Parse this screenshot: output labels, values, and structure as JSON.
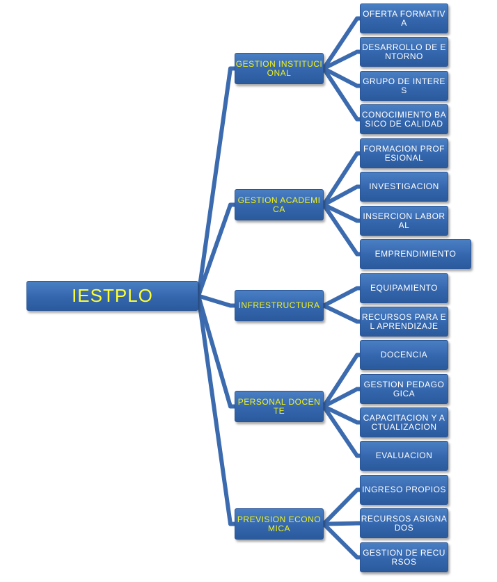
{
  "diagram": {
    "root": "IESTPLO",
    "categories": [
      {
        "label": "GESTION INSTITUCIONAL",
        "items": [
          "OFERTA FORMATIVA",
          "DESARROLLO DE ENTORNO",
          "GRUPO DE INTERES",
          "CONOCIMIENTO BASICO DE CALIDAD"
        ]
      },
      {
        "label": "GESTION ACADEMICA",
        "items": [
          "FORMACION PROFESIONAL",
          "INVESTIGACION",
          "INSERCION LABORAL",
          "EMPRENDIMIENTO"
        ]
      },
      {
        "label": "INFRESTRUCTURA",
        "items": [
          "EQUIPAMIENTO",
          "RECURSOS PARA EL APRENDIZAJE"
        ]
      },
      {
        "label": "PERSONAL DOCENTE",
        "items": [
          "DOCENCIA",
          "GESTION PEDAGOGICA",
          "CAPACITACION Y ACTUALIZACION",
          "EVALUACION"
        ]
      },
      {
        "label": "PREVISION ECONOMICA",
        "items": [
          "INGRESO PROPIOS",
          "RECURSOS ASIGNADOS",
          "GESTION DE RECURSOS"
        ]
      }
    ],
    "colors": {
      "connector": "#3b6bae",
      "box": "#3466ad",
      "root_text": "#ffff33",
      "category_text": "#f2f21a",
      "leaf_text": "#ffffff"
    }
  }
}
